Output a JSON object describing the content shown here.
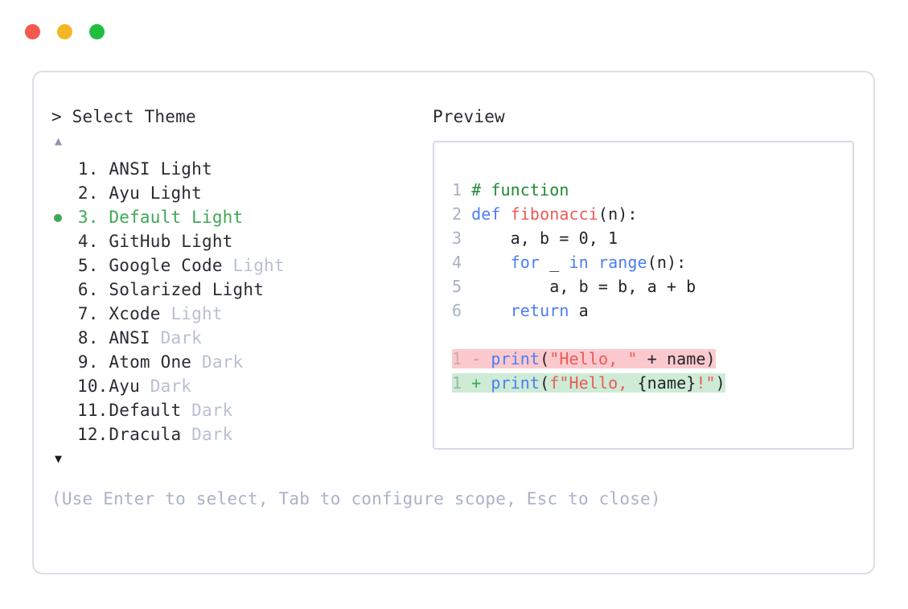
{
  "window": {
    "dots": [
      {
        "name": "close",
        "color": "#f4584f"
      },
      {
        "name": "minimize",
        "color": "#f5b625"
      },
      {
        "name": "maximize",
        "color": "#21bd3e"
      }
    ]
  },
  "prompt": {
    "text": "> Select Theme",
    "scroll_up_glyph": "▲",
    "scroll_down_glyph": "▼"
  },
  "theme_list": {
    "selected_index": 3,
    "selected_color": "#3fa857",
    "dim_color": "#b9c0d0",
    "items": [
      {
        "index": "1.",
        "name": "ANSI",
        "variant": "Light",
        "variant_dim": false,
        "selected": false
      },
      {
        "index": "2.",
        "name": "Ayu",
        "variant": "Light",
        "variant_dim": false,
        "selected": false
      },
      {
        "index": "3.",
        "name": "Default",
        "variant": "Light",
        "variant_dim": false,
        "selected": true
      },
      {
        "index": "4.",
        "name": "GitHub",
        "variant": "Light",
        "variant_dim": false,
        "selected": false
      },
      {
        "index": "5.",
        "name": "Google Code",
        "variant": "Light",
        "variant_dim": true,
        "selected": false
      },
      {
        "index": "6.",
        "name": "Solarized",
        "variant": "Light",
        "variant_dim": false,
        "selected": false
      },
      {
        "index": "7.",
        "name": "Xcode",
        "variant": "Light",
        "variant_dim": true,
        "selected": false
      },
      {
        "index": "8.",
        "name": "ANSI",
        "variant": "Dark",
        "variant_dim": true,
        "selected": false
      },
      {
        "index": "9.",
        "name": "Atom One",
        "variant": "Dark",
        "variant_dim": true,
        "selected": false
      },
      {
        "index": "10.",
        "name": "Ayu",
        "variant": "Dark",
        "variant_dim": true,
        "selected": false
      },
      {
        "index": "11.",
        "name": "Default",
        "variant": "Dark",
        "variant_dim": true,
        "selected": false
      },
      {
        "index": "12.",
        "name": "Dracula",
        "variant": "Dark",
        "variant_dim": true,
        "selected": false
      }
    ]
  },
  "hint": {
    "text": "(Use Enter to select, Tab to configure scope, Esc to close)"
  },
  "preview": {
    "label": "Preview",
    "code_lines": [
      {
        "number": "1",
        "tokens": [
          {
            "text": "# function",
            "type": "comment"
          }
        ]
      },
      {
        "number": "2",
        "tokens": [
          {
            "text": "def ",
            "type": "keyword"
          },
          {
            "text": "fibonacci",
            "type": "func"
          },
          {
            "text": "(n):",
            "type": "punct"
          }
        ]
      },
      {
        "number": "3",
        "tokens": [
          {
            "text": "    a, b = 0, 1",
            "type": "plain"
          }
        ]
      },
      {
        "number": "4",
        "tokens": [
          {
            "text": "    ",
            "type": "plain"
          },
          {
            "text": "for",
            "type": "keyword"
          },
          {
            "text": " _ ",
            "type": "plain"
          },
          {
            "text": "in",
            "type": "keyword"
          },
          {
            "text": " ",
            "type": "plain"
          },
          {
            "text": "range",
            "type": "builtin"
          },
          {
            "text": "(n):",
            "type": "punct"
          }
        ]
      },
      {
        "number": "5",
        "tokens": [
          {
            "text": "        a, b = b, a + b",
            "type": "plain"
          }
        ]
      },
      {
        "number": "6",
        "tokens": [
          {
            "text": "    ",
            "type": "plain"
          },
          {
            "text": "return",
            "type": "keyword"
          },
          {
            "text": " a",
            "type": "plain"
          }
        ]
      }
    ],
    "diff_lines": [
      {
        "number": "1",
        "kind": "deletion",
        "marker": "-",
        "background": "#fbc9cd",
        "tokens": [
          {
            "text": "print",
            "type": "builtin"
          },
          {
            "text": "(",
            "type": "punct"
          },
          {
            "text": "\"Hello, \"",
            "type": "string"
          },
          {
            "text": " + name)",
            "type": "plain"
          }
        ]
      },
      {
        "number": "1",
        "kind": "addition",
        "marker": "+",
        "background": "#cdebd5",
        "tokens": [
          {
            "text": "print",
            "type": "builtin"
          },
          {
            "text": "(",
            "type": "punct"
          },
          {
            "text": "f\"Hello, ",
            "type": "string"
          },
          {
            "text": "{name}",
            "type": "plain"
          },
          {
            "text": "!\"",
            "type": "string"
          },
          {
            "text": ")",
            "type": "punct"
          }
        ]
      }
    ]
  }
}
